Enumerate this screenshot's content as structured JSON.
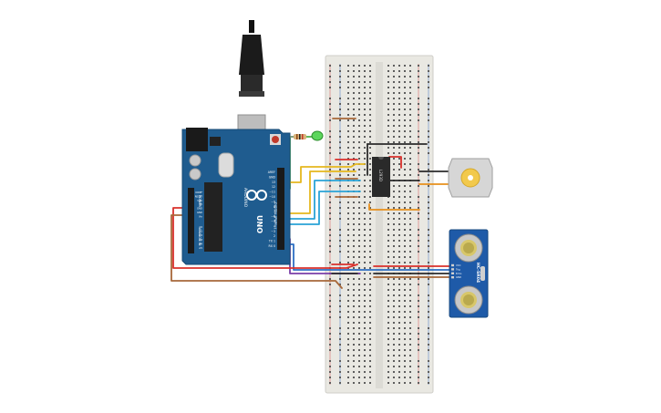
{
  "arduino": {
    "brand": "ARDUINO",
    "model": "UNO",
    "infinity_logo": "infinity-logo-icon",
    "pin_labels_digital": [
      "AREF",
      "GND",
      "13",
      "12",
      "~11",
      "~10",
      "~9",
      "8",
      "7",
      "~6",
      "~5",
      "4",
      "~3",
      "2",
      "TX 1",
      "RX 0"
    ],
    "digital_header_label": "DIGITAL (PWM~)",
    "power_header_label": "POWER",
    "analog_header_label": "ANALOG IN",
    "power_pins": [
      "IOREF",
      "RESET",
      "3.3V",
      "5V",
      "GND",
      "GND",
      "Vin"
    ],
    "analog_pins": [
      "A0",
      "A1",
      "A2",
      "A3",
      "A4",
      "A5"
    ]
  },
  "ic": {
    "label": "L293D"
  },
  "sensor": {
    "label": "HC-SR04",
    "pins": [
      "VCC",
      "Trig",
      "Echo",
      "GND"
    ]
  },
  "colors": {
    "board": "#1f5c8f",
    "board_edge": "#164a75",
    "breadboard": "#e9e8e2",
    "wire_red": "#d9302b",
    "wire_black": "#2b2b2b",
    "wire_blue": "#2d6fc4",
    "wire_yellow": "#e5b81e",
    "wire_green": "#4bb04b",
    "wire_orange": "#e8901c",
    "wire_cyan": "#2aa3d6",
    "wire_brown": "#a8683a",
    "wire_purple": "#7b3fa8",
    "sensor_board": "#1e5aa8",
    "motor_body": "#d6d6d6",
    "motor_cap": "#f2c94c"
  }
}
